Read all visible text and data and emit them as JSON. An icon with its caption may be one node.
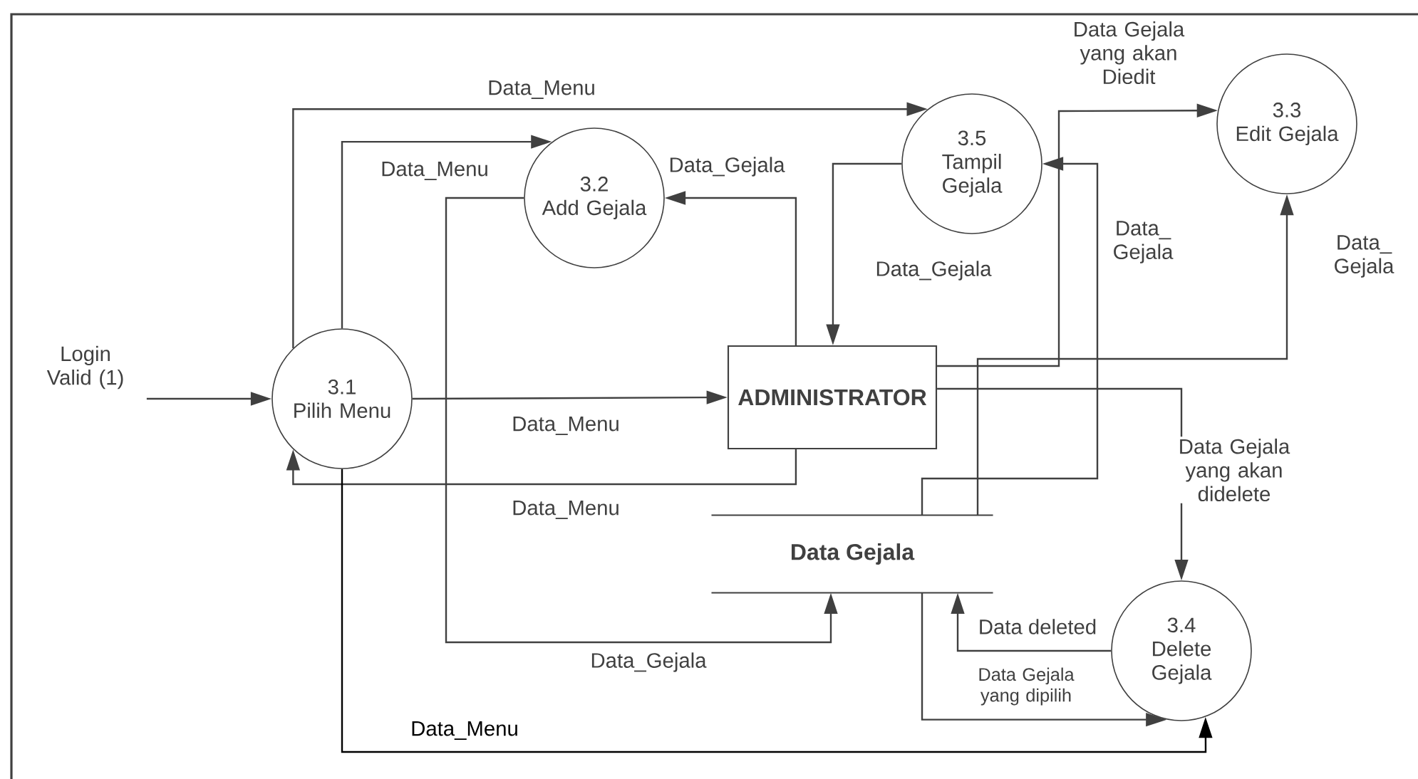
{
  "diagram": {
    "nodes": [
      {
        "text": [
          "Login Valid (1)"
        ]
      },
      {
        "text": [
          "3.1",
          "Pilih Menu"
        ]
      },
      {
        "text": [
          "3.2",
          "Add Gejala"
        ]
      },
      {
        "text": [
          "3.5",
          "Tampil Gejala"
        ]
      },
      {
        "text": [
          "3.3",
          "Edit Gejala"
        ]
      },
      {
        "text": [
          "ADMINISTRATOR"
        ]
      },
      {
        "text": [
          "Data Gejala"
        ]
      },
      {
        "text": [
          "3.4",
          "Delete Gejala"
        ]
      }
    ],
    "edges": [
      {
        "from": 0,
        "to": 1,
        "arrow": "to"
      },
      {
        "from": 1,
        "to": 3,
        "arrow": "to",
        "label": "Data_Menu"
      },
      {
        "from": 1,
        "to": 2,
        "arrow": "to",
        "label": "Data_Menu"
      },
      {
        "from": 2,
        "to": 6,
        "arrow": "to",
        "label": "Data_Gejala"
      },
      {
        "from": 5,
        "to": 2,
        "arrow": "to",
        "label": "Data_Gejala"
      },
      {
        "from": 1,
        "to": 5,
        "arrow": "to",
        "label": "Data_Menu"
      },
      {
        "from": 5,
        "to": 1,
        "arrow": "to",
        "label": "Data_Menu"
      },
      {
        "from": 3,
        "to": 5,
        "arrow": "to",
        "label": "Data_Gejala"
      },
      {
        "from": 5,
        "to": 4,
        "arrow": "to",
        "label": "Data Gejala yang akan Diedit"
      },
      {
        "from": 6,
        "to": 3,
        "arrow": "to",
        "label": "Data_ Gejala"
      },
      {
        "from": 6,
        "to": 4,
        "arrow": "to",
        "label": "Data_ Gejala"
      },
      {
        "from": 5,
        "to": 7,
        "arrow": "to",
        "label": "Data Gejala yang akan didelete"
      },
      {
        "from": 7,
        "to": 6,
        "arrow": "to",
        "label": "Data deleted"
      },
      {
        "from": 6,
        "to": 7,
        "arrow": "to",
        "label": "Data Gejala yang dipilih"
      },
      {
        "from": 1,
        "to": 7,
        "arrow": "to",
        "label": "Data_Menu"
      }
    ]
  }
}
